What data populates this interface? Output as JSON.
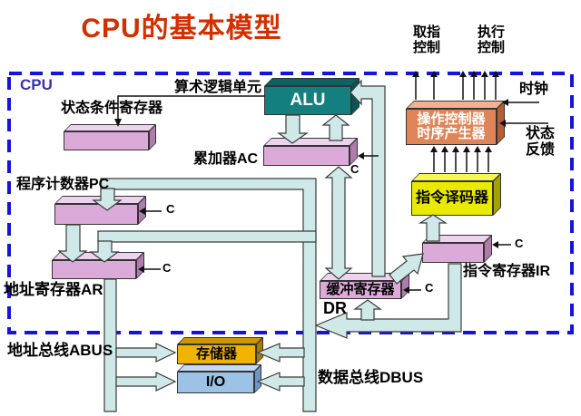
{
  "title": "CPU的基本模型",
  "region_label": "CPU",
  "boxes": {
    "alu": "ALU",
    "alu_unit_label": "算术逻辑单元",
    "status_register": "状态条件寄存器",
    "accumulator": "累加器AC",
    "program_counter": "程序计数器PC",
    "address_register": "地址寄存器AR",
    "buffer_register": "缓冲寄存器",
    "buffer_register_abbr": "DR",
    "instruction_register": "指令寄存器IR",
    "instruction_decoder": "指令译码器",
    "controller": [
      "操作控制器",
      "时序产生器"
    ],
    "memory": "存储器",
    "io": "I/O"
  },
  "annotations": {
    "fetch_control": [
      "取指",
      "控制"
    ],
    "exec_control": [
      "执行",
      "控制"
    ],
    "clock": "时钟",
    "status_feedback": [
      "状态",
      "反馈"
    ],
    "address_bus": "地址总线ABUS",
    "data_bus": "数据总线DBUS",
    "control_signal": "C"
  },
  "colors": {
    "title_red": "#d42f00",
    "border_blue": "#1414dd",
    "cpu_label_blue": "#3434ad",
    "bus_fill_cyan": "#cfe9e9",
    "alu_teal": "#13807f",
    "register_pink": "#dcaad9",
    "controller_orange": "#e08558",
    "decoder_yellow": "#eaea00",
    "memory_gold": "#f0b400",
    "io_blue": "#9cc2e6"
  }
}
